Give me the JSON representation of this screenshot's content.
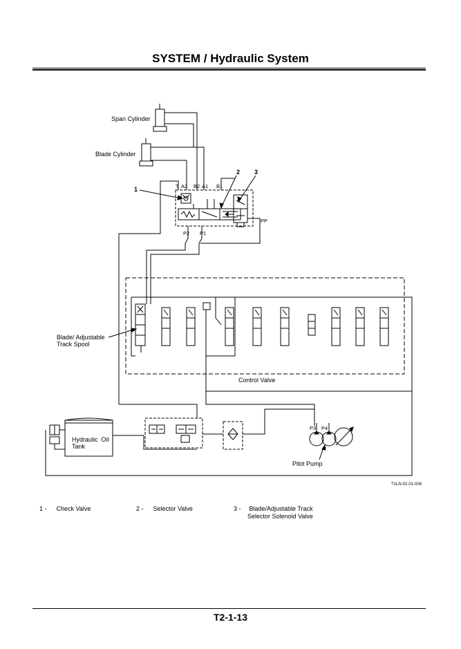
{
  "header": {
    "title": "SYSTEM / Hydraulic System"
  },
  "diagram": {
    "labels": {
      "span_cylinder": "Span Cylinder",
      "blade_cylinder": "Blade Cylinder",
      "callout_1": "1",
      "callout_2": "2",
      "callout_3": "3",
      "port_t": "T",
      "port_a2": "A2",
      "port_b2": "B2",
      "port_a1": "A1",
      "port_b1": "B1",
      "port_pp": "PP",
      "port_p2": "P2",
      "port_p1": "P1",
      "blade_spool_line1": "Blade/ Adjustable",
      "blade_spool_line2": "Track Spool",
      "control_valve": "Control Valve",
      "tank_line1": "Hydraulic  Oil",
      "tank_line2": "Tank",
      "port_p3": "P3",
      "port_p4": "P4",
      "pilot_pump": "Pilot Pump",
      "figure_code": "T1LN-02-01-008"
    }
  },
  "legend": {
    "items": [
      {
        "num": "1 -",
        "text": "Check Valve",
        "text2": ""
      },
      {
        "num": "2 -",
        "text": "Selector Valve",
        "text2": ""
      },
      {
        "num": "3 -",
        "text": "Blade/Adjustable Track",
        "text2": "Selector Solenoid Valve"
      }
    ]
  },
  "footer": {
    "page_code": "T2-1-13"
  }
}
